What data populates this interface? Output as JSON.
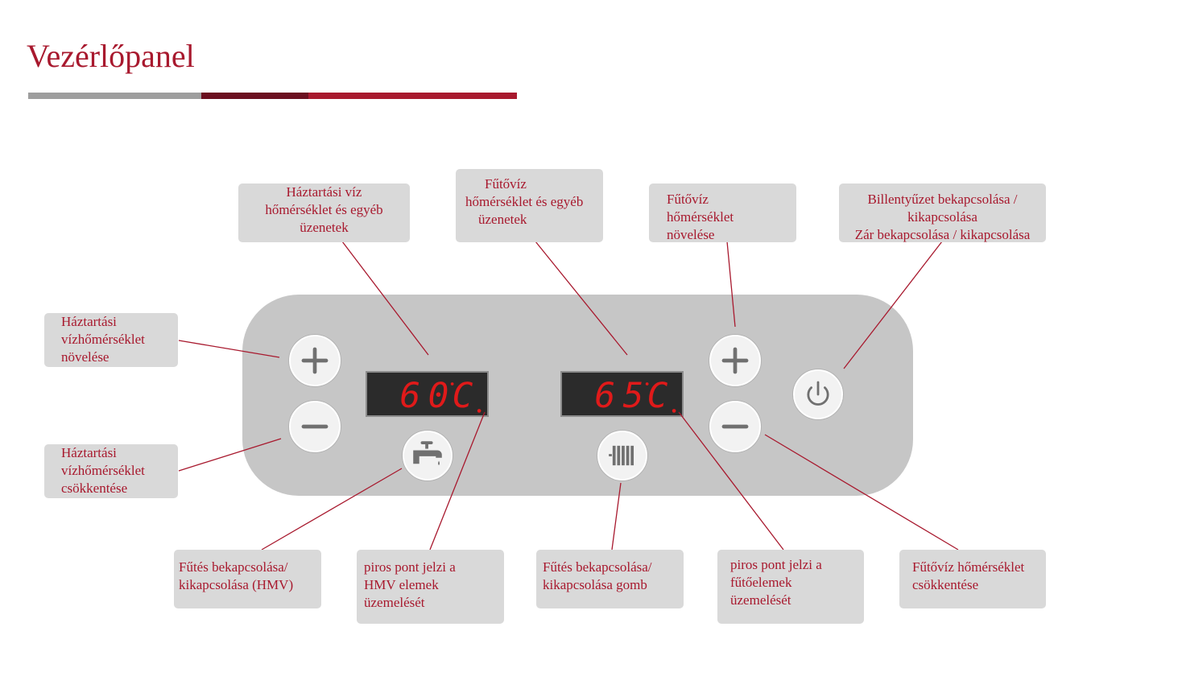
{
  "page": {
    "title": "Vezérlőpanel"
  },
  "colors": {
    "accent": "#a8192e",
    "dark_accent": "#6b0f1f",
    "panel": "#c6c6c6",
    "label_bg": "#d9d9d9",
    "led": "#e01a1a"
  },
  "displays": {
    "dhw": {
      "value": "60",
      "unit": "C"
    },
    "heating": {
      "value": "65",
      "unit": "C"
    }
  },
  "icons": {
    "plus": "plus-icon",
    "minus": "minus-icon",
    "tap": "tap-icon",
    "radiator": "radiator-icon",
    "power": "power-icon"
  },
  "labels": {
    "dhw_temp": {
      "lines": [
        "Háztartási víz",
        "hőmérséklet és egyéb",
        "üzenetek"
      ]
    },
    "heating_temp": {
      "lines": [
        "Fűtővíz",
        "hőmérséklet és egyéb",
        "üzenetek"
      ]
    },
    "heating_up": {
      "lines": [
        "Fűtővíz",
        "hőmérséklet",
        "növelése"
      ]
    },
    "keyboard": {
      "lines": [
        "Billentyűzet bekapcsolása /",
        "kikapcsolása",
        "Zár bekapcsolása / kikapcsolása"
      ]
    },
    "dhw_up": {
      "lines": [
        "Háztartási",
        "vízhőmérséklet",
        "növelése"
      ]
    },
    "dhw_down": {
      "lines": [
        "Háztartási",
        "vízhőmérséklet",
        "csökkentése"
      ]
    },
    "dhw_heating_toggle": {
      "lines": [
        "Fűtés bekapcsolása/",
        "kikapcsolása (HMV)"
      ]
    },
    "dhw_red_dot": {
      "lines": [
        "piros pont jelzi a",
        "HMV elemek",
        "üzemelését"
      ]
    },
    "heating_toggle": {
      "lines": [
        "Fűtés bekapcsolása/",
        "kikapcsolása gomb"
      ]
    },
    "heating_red_dot": {
      "lines": [
        "piros pont jelzi a",
        "fűtőelemek",
        "üzemelését"
      ]
    },
    "heating_down": {
      "lines": [
        "Fűtővíz hőmérséklet",
        "csökkentése"
      ]
    }
  }
}
